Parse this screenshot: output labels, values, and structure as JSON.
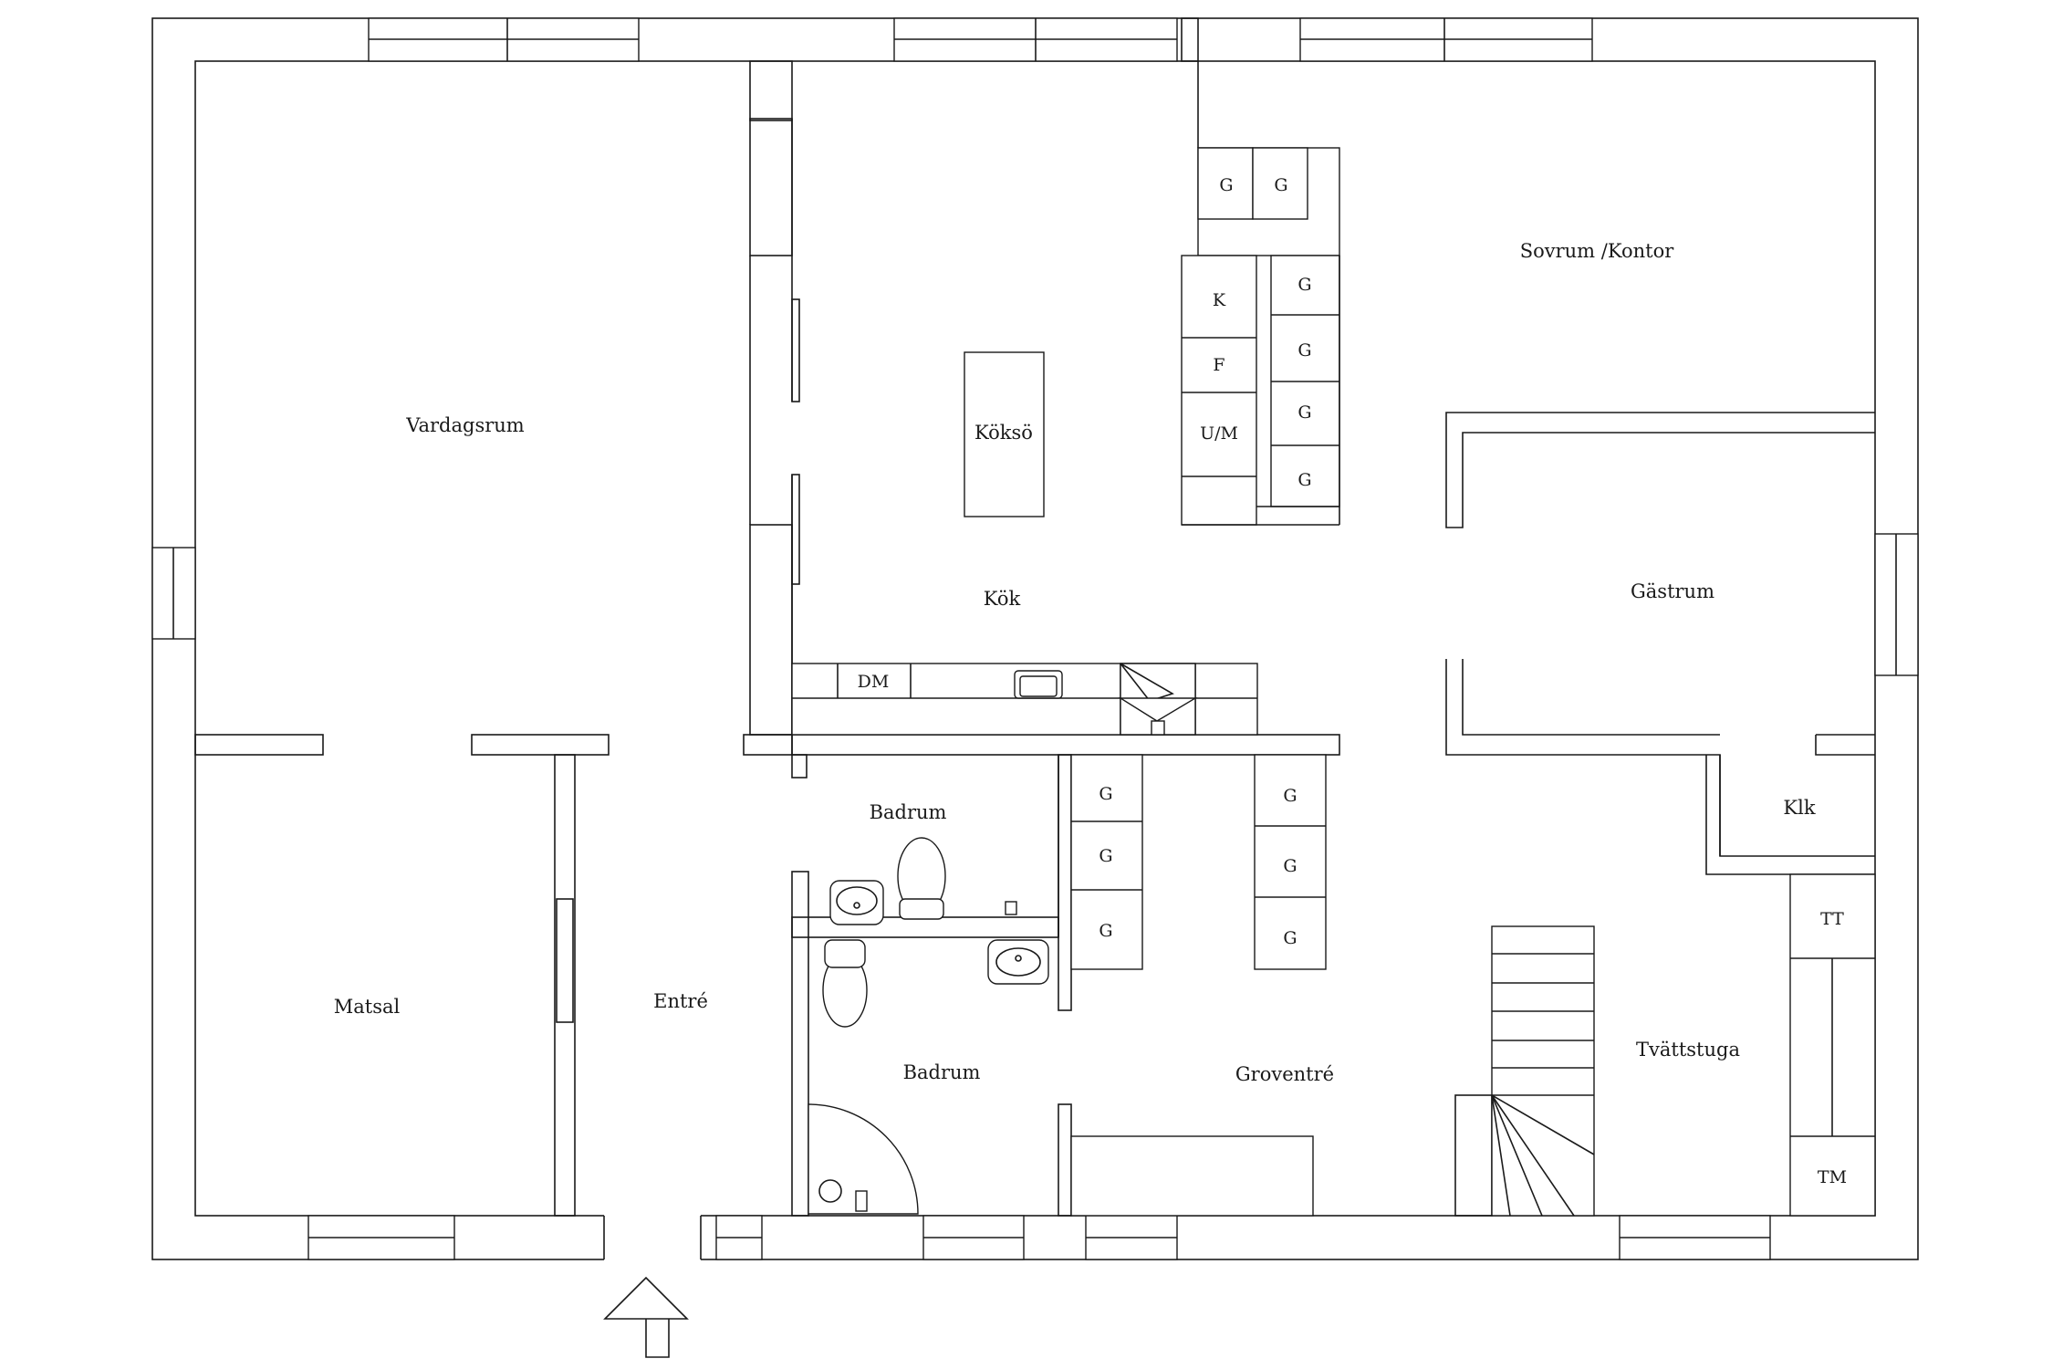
{
  "rooms": {
    "vardagsrum": "Vardagsrum",
    "kok": "Kök",
    "kokso": "Köksö",
    "sovrum_kontor": "Sovrum /Kontor",
    "gastrum": "Gästrum",
    "klk": "Klk",
    "badrum_upper": "Badrum",
    "badrum_lower": "Badrum",
    "matsal": "Matsal",
    "entre": "Entré",
    "groventre": "Groventré",
    "tvattstuga": "Tvättstuga"
  },
  "cabinets": {
    "g": "G",
    "k": "K",
    "f": "F",
    "um": "U/M",
    "dm": "DM",
    "tt": "TT",
    "tm": "TM"
  },
  "colors": {
    "line": "#1a1a1a",
    "background": "#ffffff"
  }
}
